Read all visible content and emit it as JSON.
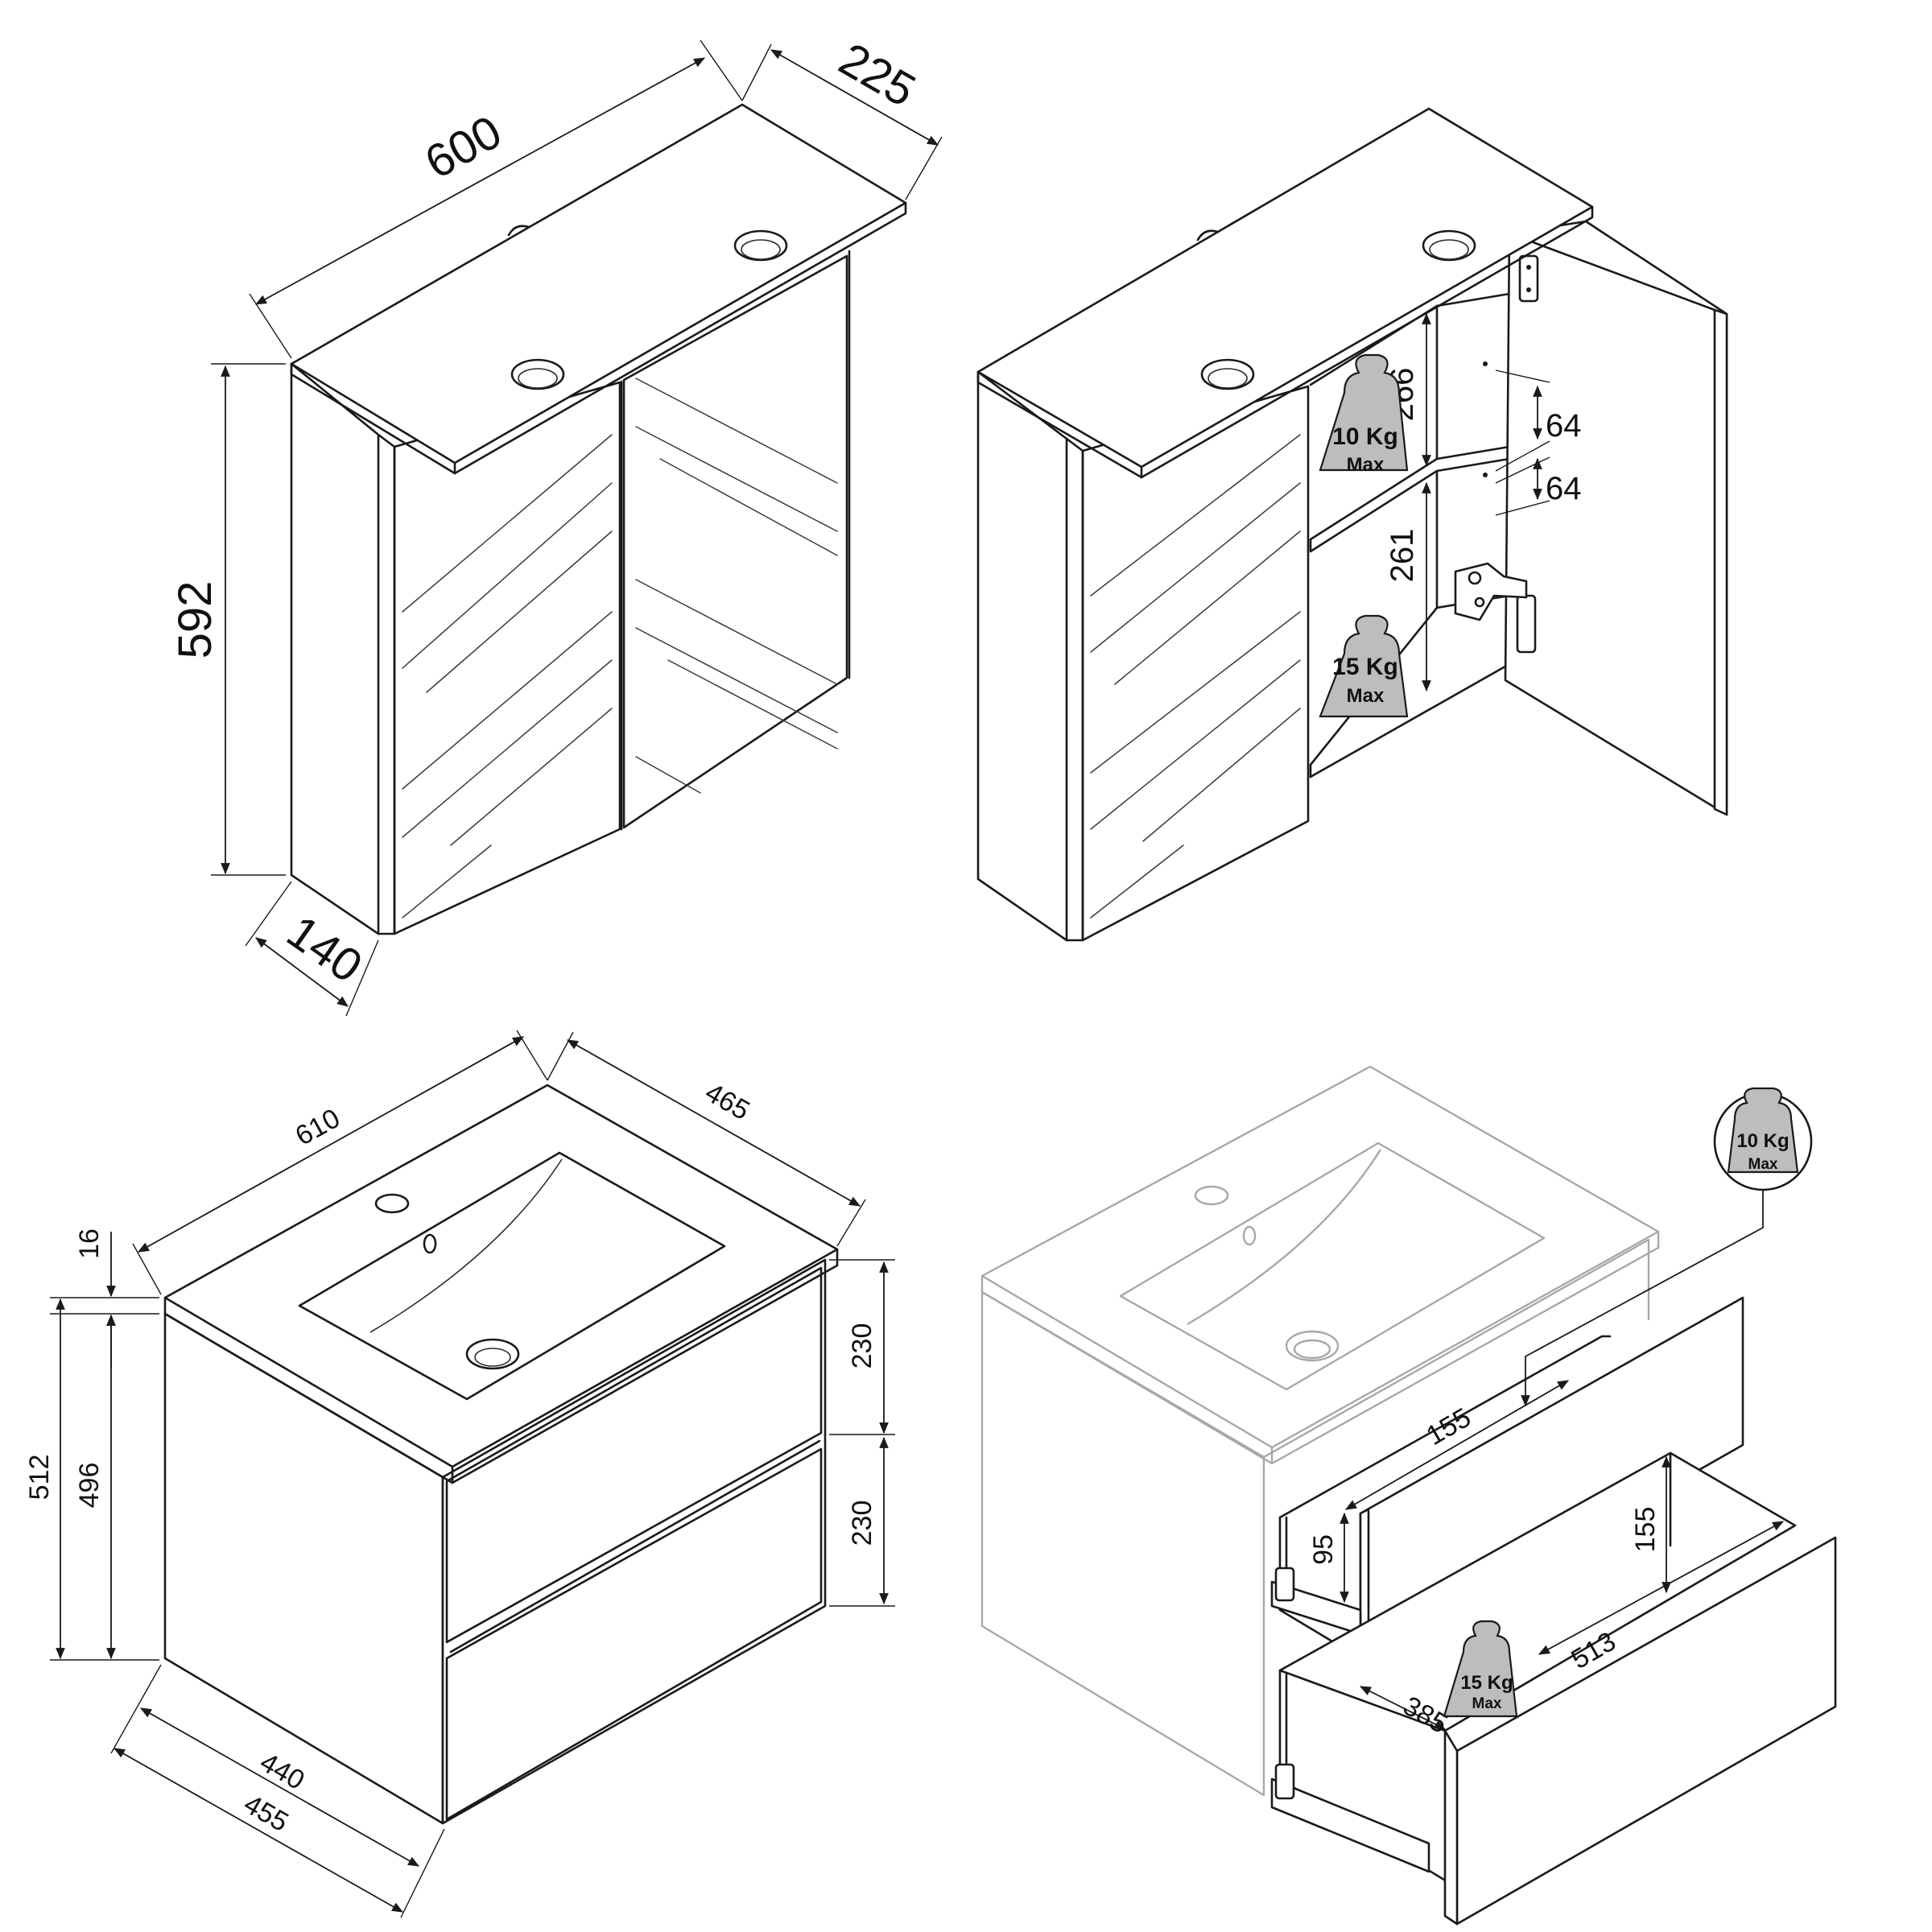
{
  "views": [
    {
      "id": "mirror-cabinet-closed",
      "dimensions": {
        "width": "600",
        "depth_top": "225",
        "height": "592",
        "depth_bottom": "140"
      }
    },
    {
      "id": "mirror-cabinet-open",
      "dimensions": {
        "upper_compartment": "266",
        "lower_compartment": "261",
        "hinge_spacing_upper": "64",
        "hinge_spacing_lower": "64"
      },
      "load_labels": [
        {
          "weight": "10 Kg",
          "note": "Max"
        },
        {
          "weight": "15 Kg",
          "note": "Max"
        }
      ]
    },
    {
      "id": "vanity-unit-closed",
      "dimensions": {
        "top_width": "610",
        "top_depth": "465",
        "top_thickness": "16",
        "total_height": "512",
        "body_height": "496",
        "drawer_upper": "230",
        "drawer_lower": "230",
        "body_depth": "440",
        "overall_depth": "455"
      }
    },
    {
      "id": "vanity-unit-open",
      "dimensions": {
        "upper_drawer_width": "155",
        "upper_drawer_height": "95",
        "lower_drawer_height": "155",
        "lower_drawer_width": "513",
        "lower_drawer_depth": "385"
      },
      "load_labels": [
        {
          "weight": "10 Kg",
          "note": "Max"
        },
        {
          "weight": "15 Kg",
          "note": "Max"
        }
      ]
    }
  ],
  "icons": [
    "weight-icon",
    "hinge-icon",
    "drawer-slide-icon",
    "arrow-icon"
  ]
}
